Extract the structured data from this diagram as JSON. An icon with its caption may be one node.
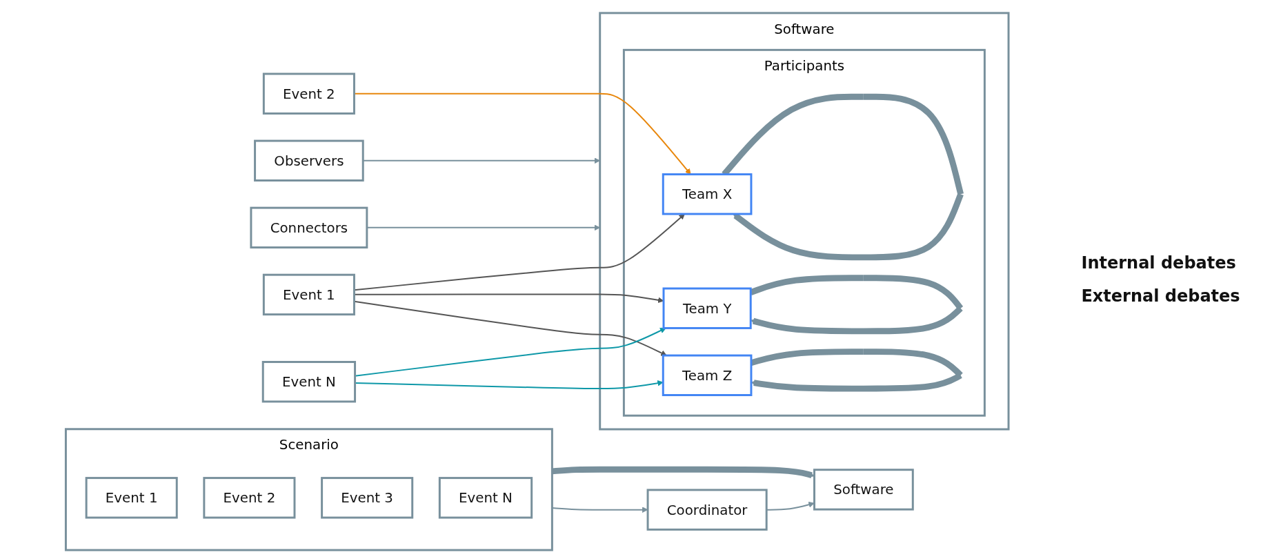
{
  "diagram": {
    "nodes": [
      {
        "text": [
          "Scenario"
        ]
      },
      {
        "text": [
          "Event 1"
        ],
        "in": 0
      },
      {
        "text": [
          "Event 2"
        ],
        "in": 0
      },
      {
        "text": [
          "Event 3"
        ],
        "in": 0
      },
      {
        "text": [
          "Event N"
        ],
        "in": 0
      },
      {
        "text": [
          "Software"
        ]
      },
      {
        "text": [
          "Coordinator"
        ]
      },
      {
        "text": [
          "Event 1"
        ]
      },
      {
        "text": [
          "Event 2"
        ]
      },
      {
        "text": [
          "Event N"
        ]
      },
      {
        "text": [
          "Software"
        ]
      },
      {
        "text": [
          "Participants"
        ],
        "in": 10
      },
      {
        "text": [
          "Team X"
        ],
        "in": 11
      },
      {
        "text": [
          "Team Y"
        ],
        "in": 11
      },
      {
        "text": [
          "Team Z"
        ],
        "in": 11
      },
      {
        "text": [
          "Observers"
        ]
      },
      {
        "text": [
          "Connectors"
        ]
      }
    ],
    "edges": [
      {
        "from": 0,
        "to": 5,
        "arrow": "to",
        "style": "thick"
      },
      {
        "from": 0,
        "to": 6,
        "arrow": "to"
      },
      {
        "from": 6,
        "to": 5,
        "arrow": "to"
      },
      {
        "from": 7,
        "to": 12,
        "arrow": "to",
        "color": "#555555"
      },
      {
        "from": 7,
        "to": 13,
        "arrow": "to",
        "color": "#555555"
      },
      {
        "from": 7,
        "to": 14,
        "arrow": "to",
        "color": "#555555"
      },
      {
        "from": 8,
        "to": 12,
        "arrow": "to",
        "color": "#e8870c"
      },
      {
        "from": 9,
        "to": 13,
        "arrow": "to",
        "color": "#0e98a8"
      },
      {
        "from": 9,
        "to": 14,
        "arrow": "to",
        "color": "#0e98a8"
      },
      {
        "from": 15,
        "to": 10,
        "arrow": "to"
      },
      {
        "from": 16,
        "to": 10,
        "arrow": "to"
      },
      {
        "from": 12,
        "to": 12,
        "arrow": "to",
        "style": "thick"
      },
      {
        "from": 13,
        "to": 13,
        "arrow": "to",
        "style": "thick"
      },
      {
        "from": 14,
        "to": 14,
        "arrow": "to",
        "style": "thick"
      }
    ],
    "labels": [
      "Internal debates",
      "External debates"
    ]
  }
}
